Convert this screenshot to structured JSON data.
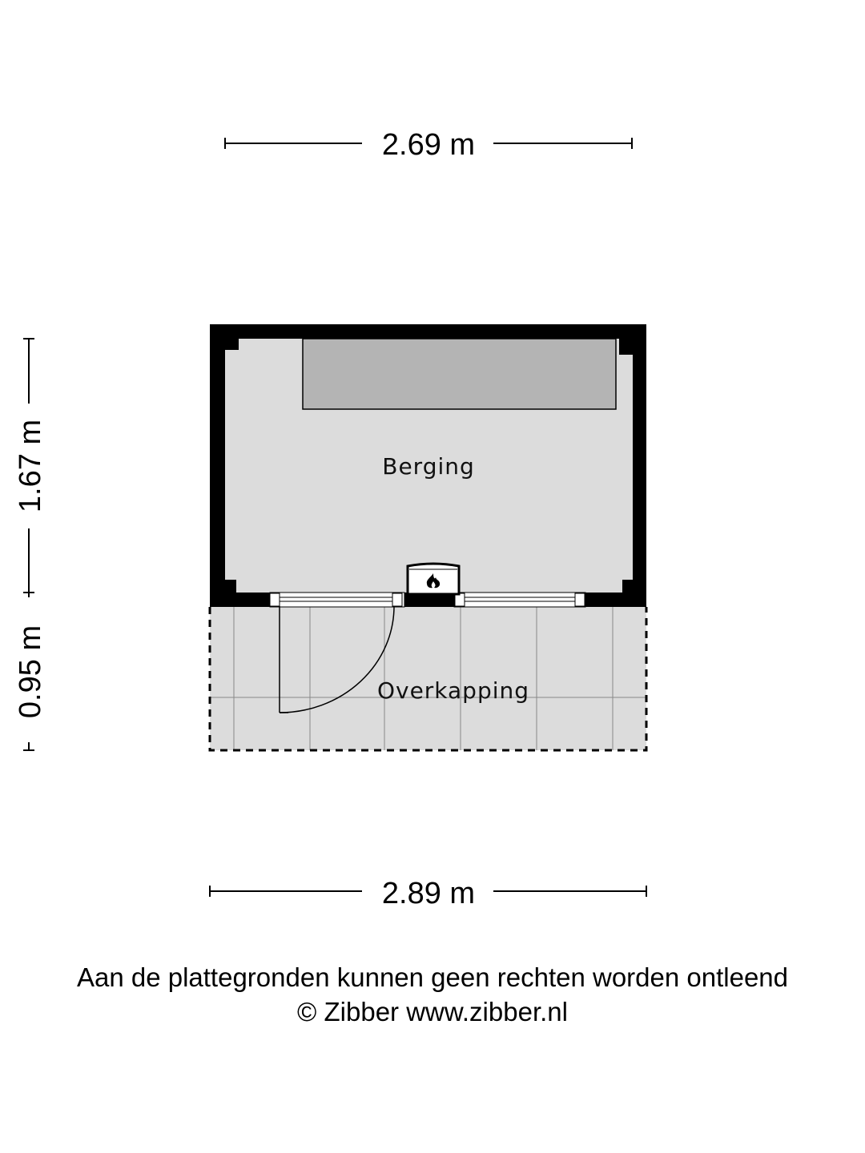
{
  "dimensions": {
    "top_width": "2.69 m",
    "bottom_width": "2.89 m",
    "left_berging_depth": "1.67 m",
    "left_overkapping_depth": "0.95 m"
  },
  "rooms": {
    "berging": "Berging",
    "overkapping": "Overkapping"
  },
  "icons": {
    "heater": "flame-icon"
  },
  "footer": {
    "disclaimer": "Aan de plattegronden kunnen geen rechten worden ontleend",
    "copyright": "© Zibber www.zibber.nl"
  },
  "colors": {
    "wall": "#000000",
    "floor": "#dcdcdc",
    "counter": "#b4b4b4"
  }
}
